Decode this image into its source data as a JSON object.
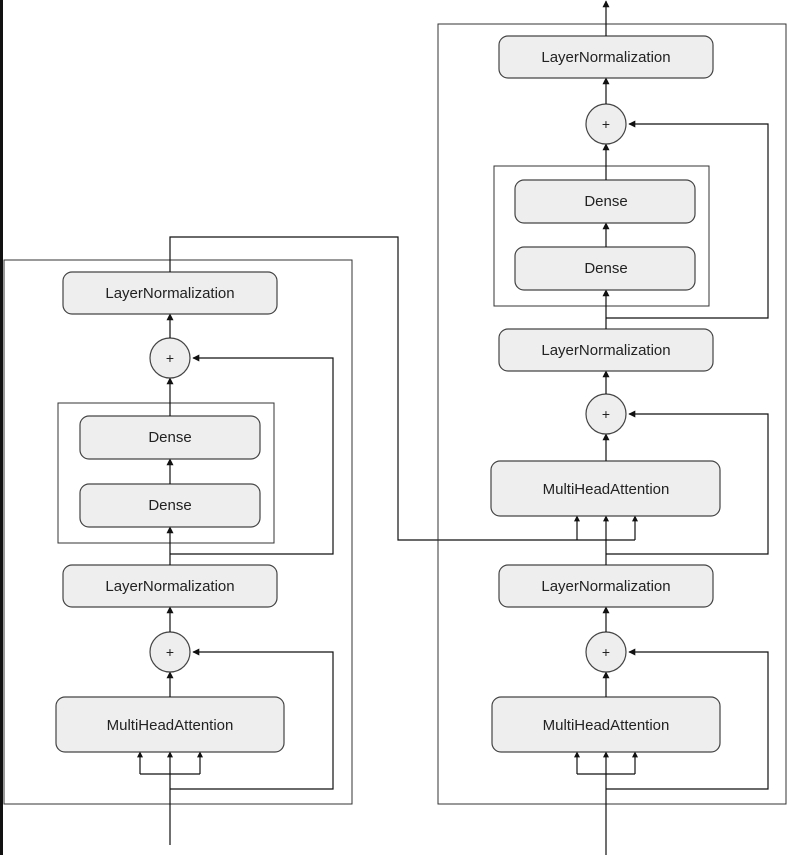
{
  "colors": {
    "block_fill": "#eeeeee",
    "block_stroke": "#444444",
    "line": "#111111",
    "frame_stroke": "#333333"
  },
  "encoder": {
    "attention": "MultiHeadAttention",
    "add_1": "+",
    "norm_1": "LayerNormalization",
    "dense_bottom": "Dense",
    "dense_top": "Dense",
    "add_2": "+",
    "norm_2": "LayerNormalization"
  },
  "decoder": {
    "self_attention": "MultiHeadAttention",
    "add_1": "+",
    "norm_1": "LayerNormalization",
    "cross_attention": "MultiHeadAttention",
    "add_2": "+",
    "norm_2": "LayerNormalization",
    "dense_bottom": "Dense",
    "dense_top": "Dense",
    "add_3": "+",
    "norm_3": "LayerNormalization"
  }
}
